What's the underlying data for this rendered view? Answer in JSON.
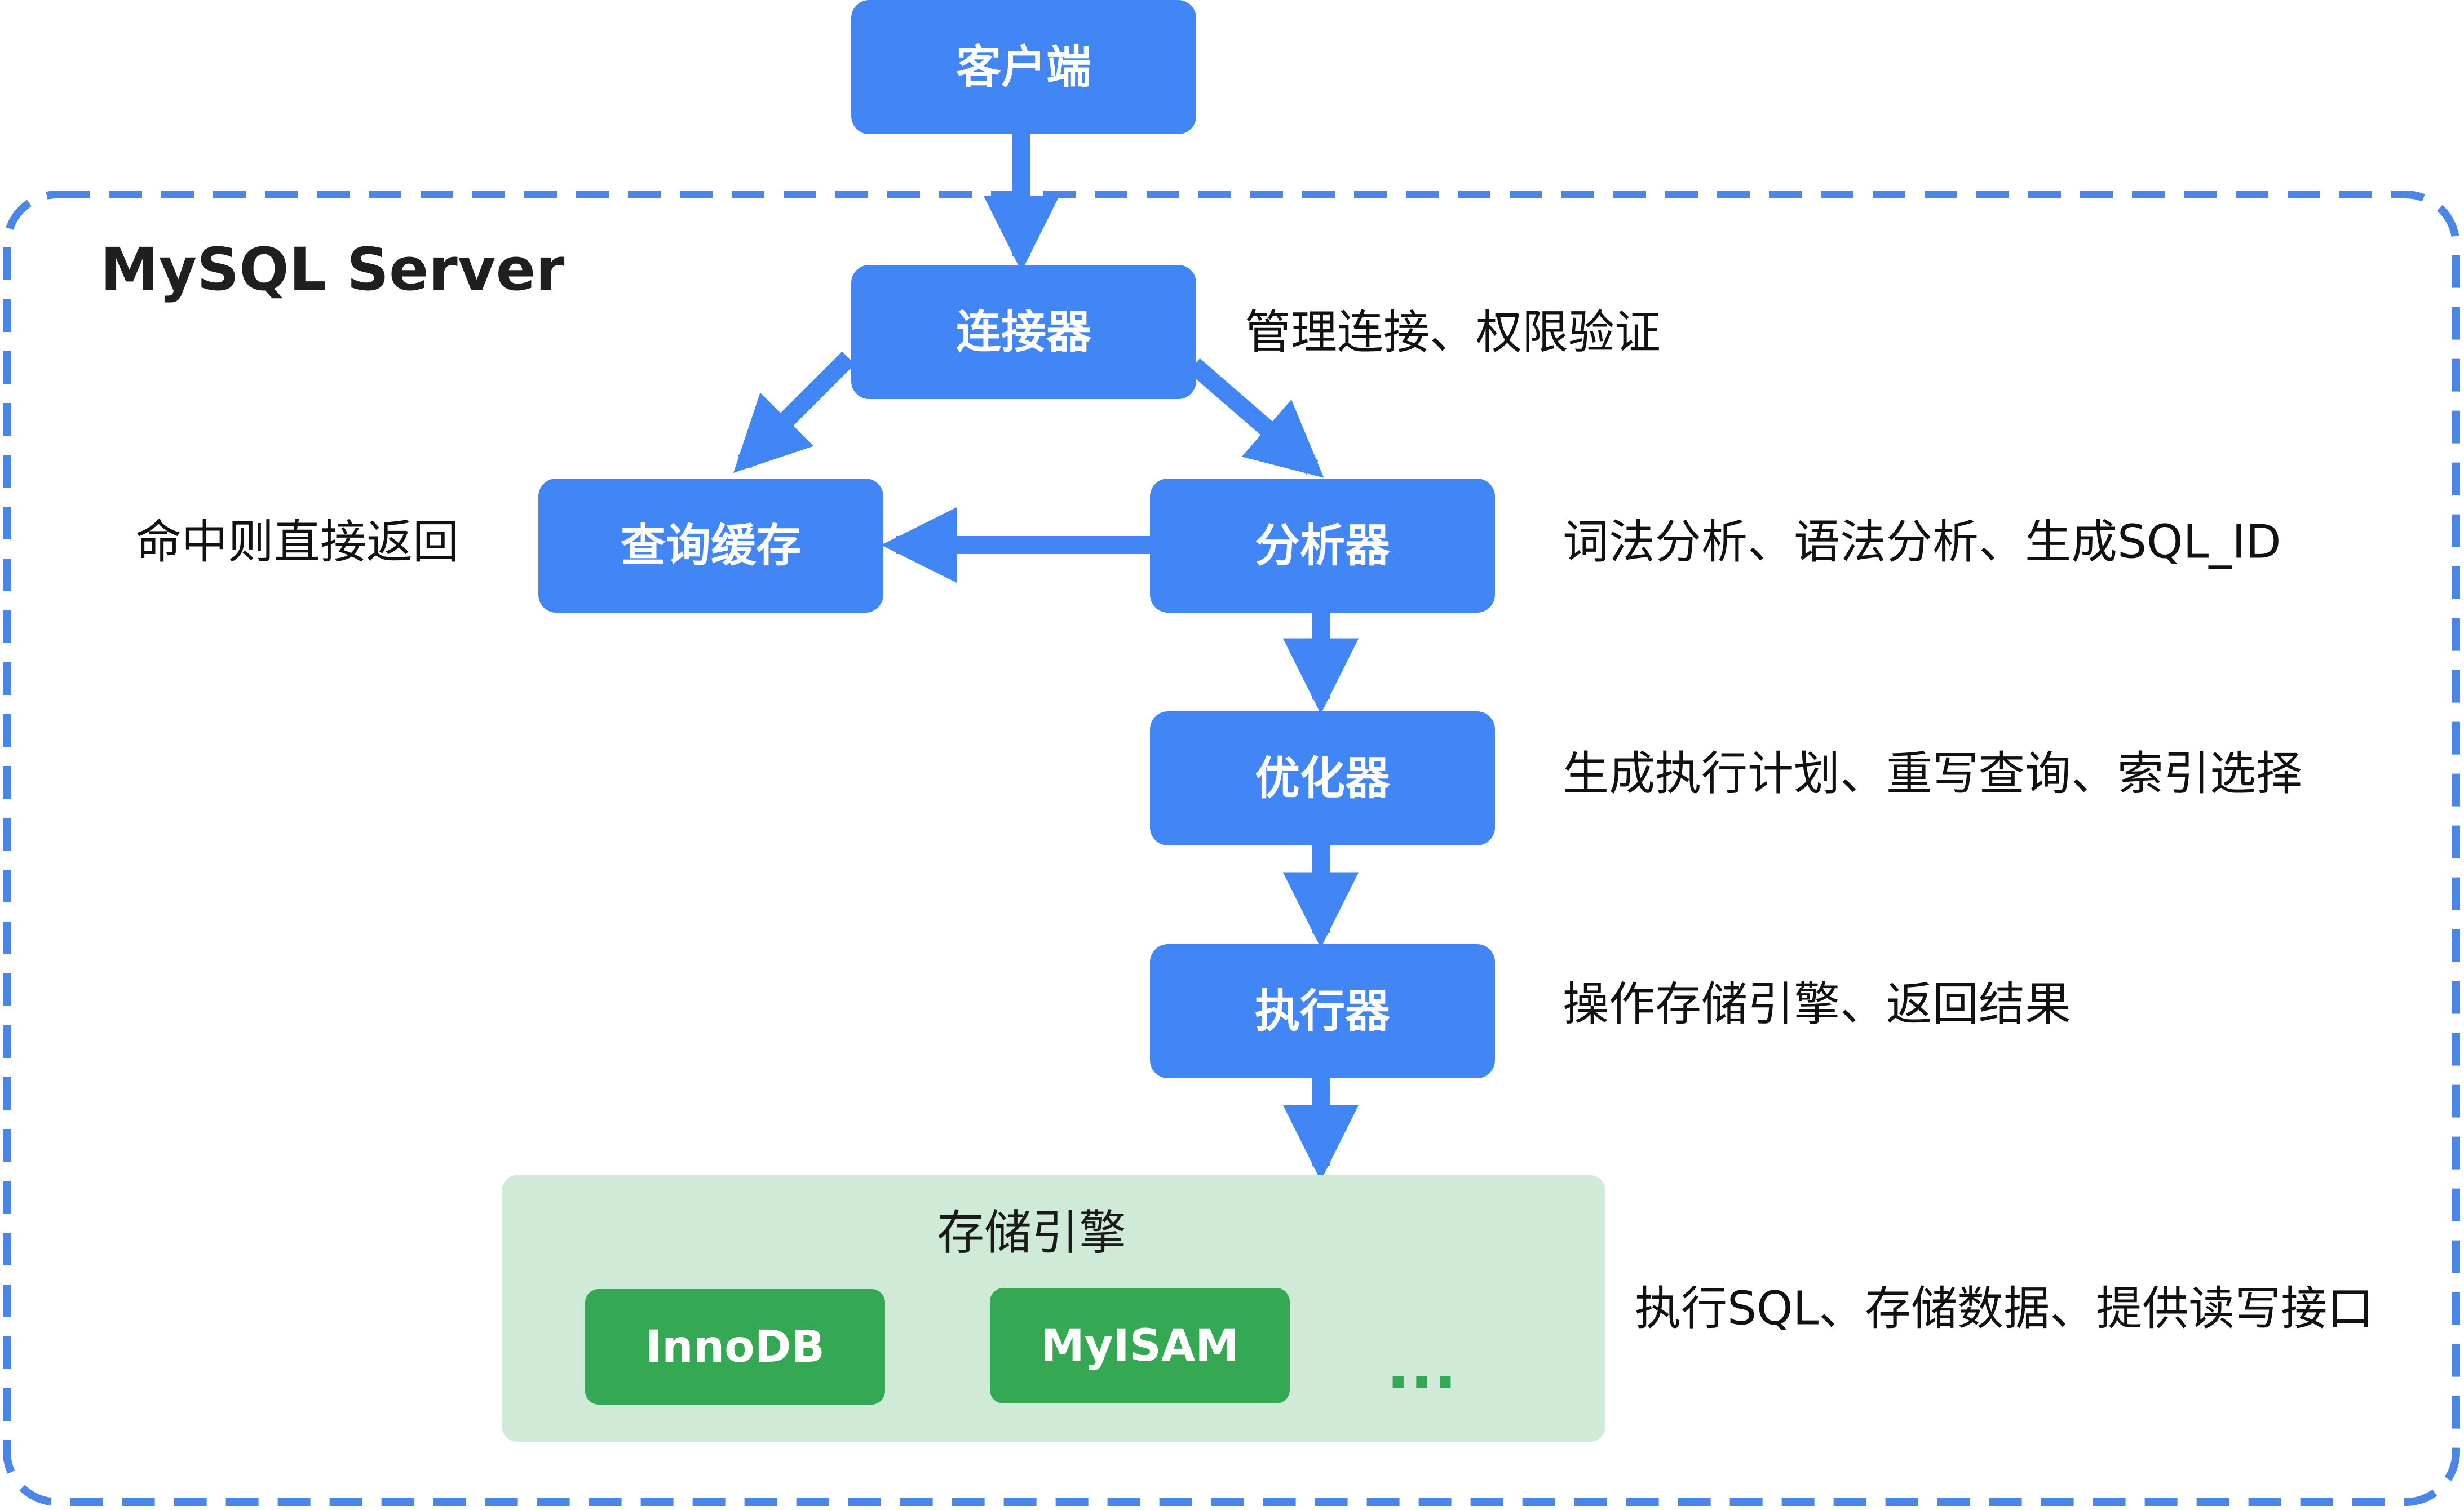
{
  "server": {
    "title": "MySQL Server"
  },
  "nodes": {
    "client": "客户端",
    "connector": "连接器",
    "query_cache": "查询缓存",
    "analyzer": "分析器",
    "optimizer": "优化器",
    "executor": "执行器"
  },
  "notes": {
    "connector": "管理连接、权限验证",
    "query_cache": "命中则直接返回",
    "analyzer": "词法分析、语法分析、生成SQL_ID",
    "optimizer": "生成执行计划、重写查询、索引选择",
    "executor": "操作存储引擎、返回结果",
    "storage": "执行SQL、存储数据、提供读写接口"
  },
  "storage": {
    "title": "存储引擎",
    "engines": [
      "InnoDB",
      "MyISAM"
    ],
    "more": "..."
  },
  "colors": {
    "node_blue": "#4285f4",
    "border_dash": "#4a86e8",
    "storage_bg": "#cfead7",
    "engine_green": "#34a853"
  }
}
